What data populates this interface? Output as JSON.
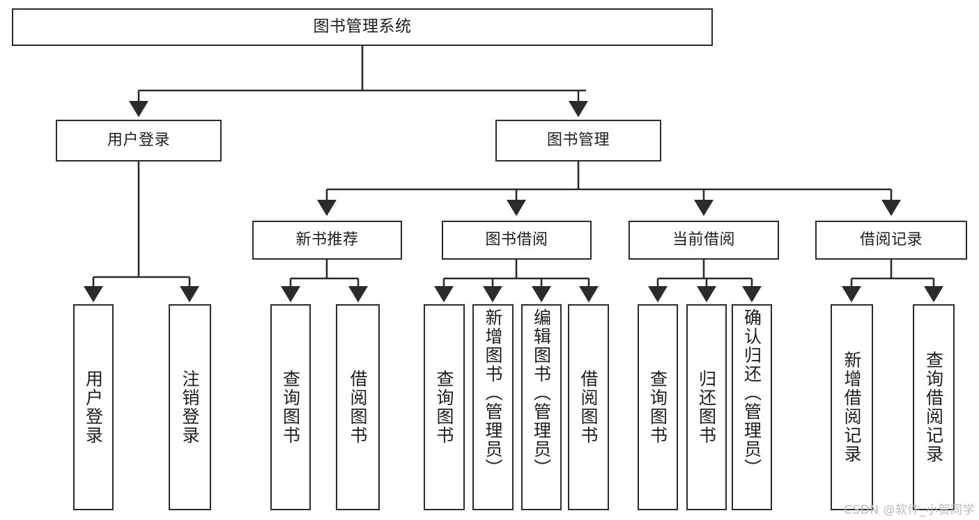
{
  "diagram": {
    "title": "图书管理系统",
    "type": "hierarchy-tree",
    "levels": 4
  },
  "nodes": {
    "root": {
      "label": "图书管理系统"
    },
    "level2": [
      {
        "id": "user-login",
        "label": "用户登录"
      },
      {
        "id": "book-manage",
        "label": "图书管理"
      }
    ],
    "level3": [
      {
        "id": "new-book-recommend",
        "label": "新书推荐"
      },
      {
        "id": "book-borrow",
        "label": "图书借阅"
      },
      {
        "id": "current-borrow",
        "label": "当前借阅"
      },
      {
        "id": "borrow-record",
        "label": "借阅记录"
      }
    ],
    "leaves": {
      "user_login": [
        {
          "id": "leaf-user-login",
          "label": "用户登录"
        },
        {
          "id": "leaf-logout-login",
          "label": "注销登录"
        }
      ],
      "new_book_recommend": [
        {
          "id": "leaf-query-book-1",
          "label": "查询图书"
        },
        {
          "id": "leaf-borrow-book-1",
          "label": "借阅图书"
        }
      ],
      "book_borrow": [
        {
          "id": "leaf-query-book-2",
          "label": "查询图书"
        },
        {
          "id": "leaf-add-book",
          "label": "新增图书（管理员）"
        },
        {
          "id": "leaf-edit-book",
          "label": "编辑图书（管理员）"
        },
        {
          "id": "leaf-borrow-book-2",
          "label": "借阅图书"
        }
      ],
      "current_borrow": [
        {
          "id": "leaf-query-book-3",
          "label": "查询图书"
        },
        {
          "id": "leaf-return-book",
          "label": "归还图书"
        },
        {
          "id": "leaf-confirm-return",
          "label": "确认归还（管理员）"
        }
      ],
      "borrow_record": [
        {
          "id": "leaf-add-record",
          "label": "新增借阅记录"
        },
        {
          "id": "leaf-query-record",
          "label": "查询借阅记录"
        }
      ]
    }
  },
  "watermark": {
    "text": "CSDN @软件_小贺同学"
  },
  "colors": {
    "stroke": "#2b2b2b",
    "fill": "#ffffff",
    "text": "#1d1d1d",
    "watermark": "#b9b9b9"
  }
}
